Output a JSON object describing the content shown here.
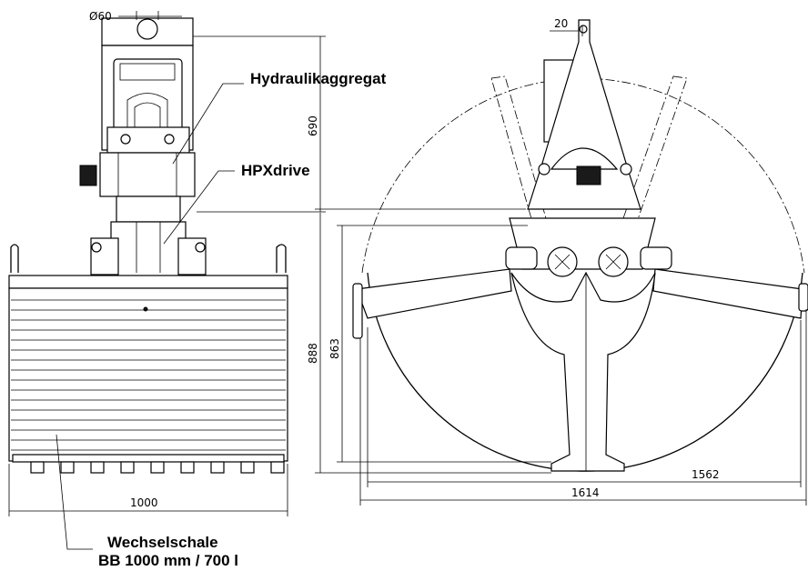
{
  "dimensions": {
    "pin_diameter": "Ø60",
    "top_pin_width": "20",
    "motor_height": "690",
    "total_height": "888",
    "closed_height": "863",
    "shell_width": "1000",
    "span_1562": "1562",
    "span_1614": "1614"
  },
  "labels": {
    "hydraulic_unit": "Hydraulikaggregat",
    "drive": "HPXdrive",
    "shell_line1": "Wechselschale",
    "shell_line2": "BB 1000 mm / 700 l"
  }
}
